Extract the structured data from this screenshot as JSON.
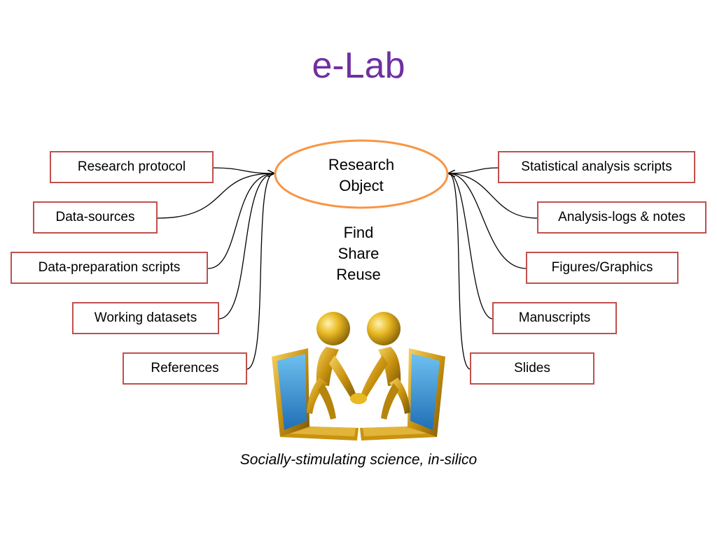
{
  "title": "e-Lab",
  "center": {
    "label_line1": "Research",
    "label_line2": "Object",
    "actions": [
      "Find",
      "Share",
      "Reuse"
    ]
  },
  "left_items": [
    "Research protocol",
    "Data-sources",
    "Data-preparation scripts",
    "Working datasets",
    "References"
  ],
  "right_items": [
    "Statistical analysis scripts",
    "Analysis-logs & notes",
    "Figures/Graphics",
    "Manuscripts",
    "Slides"
  ],
  "caption": "Socially-stimulating science, in-silico",
  "colors": {
    "title": "#7030A0",
    "box_border": "#C0504D",
    "ellipse_border": "#F79646",
    "connector": "#000000",
    "gold": "#D4A017",
    "screen_blue": "#2E8BD6"
  }
}
